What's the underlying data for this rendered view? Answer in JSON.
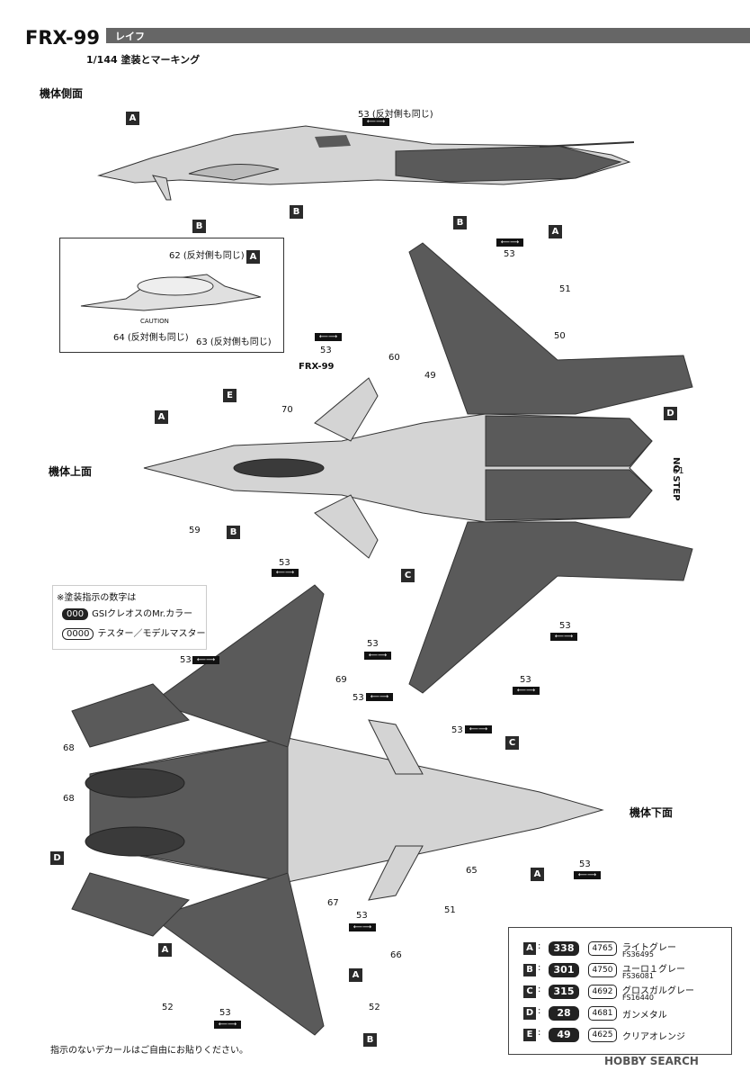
{
  "header": {
    "title": "FRX-99",
    "name_tag": "レイフ",
    "subtitle": "1/144  塗装とマーキング"
  },
  "sections": {
    "side": "機体側面",
    "top": "機体上面",
    "bottom": "機体下面"
  },
  "callouts": {
    "n53_side": "53 (反対側も同じ)",
    "n62": "62 (反対側も同じ)",
    "n64": "64 (反対側も同じ)",
    "n63": "63 (反対側も同じ)",
    "n53": "53",
    "n51": "51",
    "n50": "50",
    "n60": "60",
    "n49": "49",
    "n70": "70",
    "n59": "59",
    "n61": "61",
    "n69": "69",
    "n68": "68",
    "n67": "67",
    "n66": "66",
    "n65": "65",
    "n52": "52",
    "caution": "CAUTION",
    "nostep": "NO STEP",
    "frx99_decal": "FRX-99"
  },
  "letters": {
    "A": "A",
    "B": "B",
    "C": "C",
    "D": "D",
    "E": "E"
  },
  "arrow_symbol": "⟵⟶",
  "note": {
    "title": "※塗装指示の数字は",
    "row1_pill": "000",
    "row1_text": "GSIクレオスのMr.カラー",
    "row2_pill": "0000",
    "row2_text": "テスター／モデルマスター"
  },
  "color_table": [
    {
      "letter": "A",
      "gsi": "338",
      "testor": "4765",
      "name": "ライトグレー",
      "fs": "FS36495"
    },
    {
      "letter": "B",
      "gsi": "301",
      "testor": "4750",
      "name": "ユーロ１グレー",
      "fs": "FS36081"
    },
    {
      "letter": "C",
      "gsi": "315",
      "testor": "4692",
      "name": "グロスガルグレー",
      "fs": "FS16440"
    },
    {
      "letter": "D",
      "gsi": "28",
      "testor": "4681",
      "name": "ガンメタル",
      "fs": ""
    },
    {
      "letter": "E",
      "gsi": "49",
      "testor": "4625",
      "name": "クリアオレンジ",
      "fs": ""
    }
  ],
  "footer": "指示のないデカールはご自由にお貼りください。",
  "watermark": "HOBBY SEARCH",
  "colors": {
    "light_grey": "#d4d4d4",
    "dark_grey": "#5a5a5a",
    "mid_grey": "#9a9a9a"
  }
}
